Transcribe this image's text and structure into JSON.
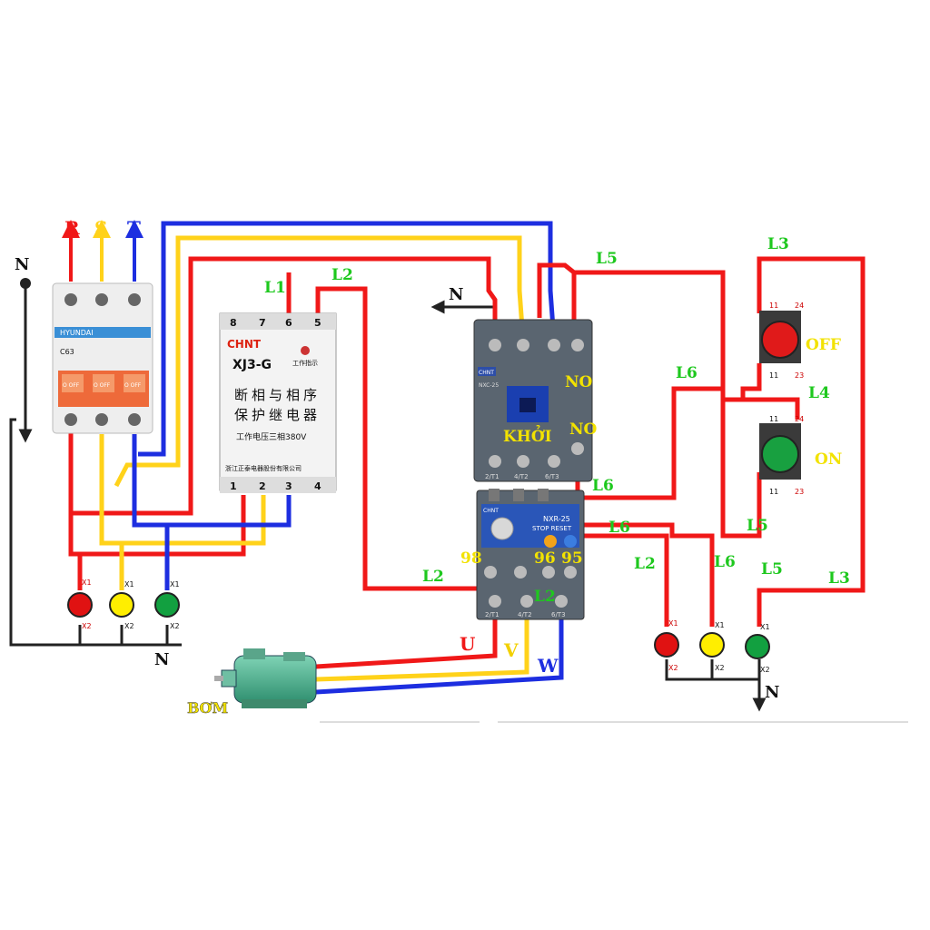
{
  "phases": {
    "r": "R",
    "s": "S",
    "t": "T"
  },
  "neutral": "N",
  "breaker": {
    "brand": "HYUNDAI",
    "model": "C63",
    "off": "O OFF"
  },
  "relay_xj3": {
    "brand": "CHNT",
    "model": "XJ3-G",
    "title_line1": "断相与相序",
    "title_line2": "保护继电器",
    "voltage": "工作电压三相380V",
    "indicator": "工作指示",
    "maker": "浙江正泰电器股份有限公司",
    "top_terminals": [
      "8",
      "7",
      "6",
      "5"
    ],
    "bottom_terminals": [
      "1",
      "2",
      "3",
      "4"
    ]
  },
  "contactor": {
    "brand": "CHNT",
    "model": "NXC-25",
    "label": "KHỞI",
    "no_top": "NO",
    "no_bottom": "NO",
    "terms": [
      "2/T1",
      "4/T2",
      "6/T3"
    ]
  },
  "overload": {
    "brand": "CHNT",
    "model": "NXR-25",
    "stop_reset": "STOP  RESET",
    "t98": "98",
    "t96": "96",
    "t95": "95",
    "terms": [
      "2/T1",
      "4/T2",
      "6/T3"
    ]
  },
  "buttons": {
    "off": "OFF",
    "on": "ON",
    "n11": "11",
    "n24": "24",
    "n23": "23"
  },
  "lamp_terms": {
    "x1": "X1",
    "x2": "X2"
  },
  "motor": {
    "label": "BƠM"
  },
  "outputs": {
    "u": "U",
    "v": "V",
    "w": "W"
  },
  "line_labels": {
    "l1": "L1",
    "l2": "L2",
    "l3": "L3",
    "l4": "L4",
    "l5": "L5",
    "l6": "L6"
  },
  "colors": {
    "red": "#f01818",
    "yellow": "#ffd21a",
    "blue": "#1d2ee0",
    "green_label": "#1ec81e"
  }
}
